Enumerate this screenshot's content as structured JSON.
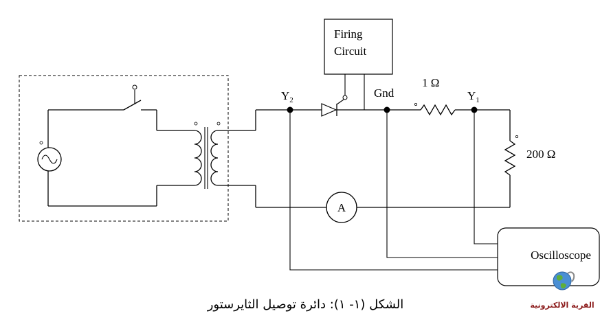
{
  "firing_circuit": {
    "line1": "Firing",
    "line2": "Circuit"
  },
  "nodes": {
    "y2": {
      "letter": "Y",
      "sub": "2"
    },
    "gnd": "Gnd",
    "y1": {
      "letter": "Y",
      "sub": "1"
    }
  },
  "components": {
    "r1_label": "1 Ω",
    "r2_label": "200 Ω",
    "ammeter_label": "A"
  },
  "oscilloscope": {
    "label": "Oscilloscope"
  },
  "caption": "الشكل (١- ١): دائرة توصيل الثايرستور",
  "logo": {
    "text": "القرية الالكترونية",
    "icon": "globe-icon",
    "color": "#8b1a1a"
  }
}
